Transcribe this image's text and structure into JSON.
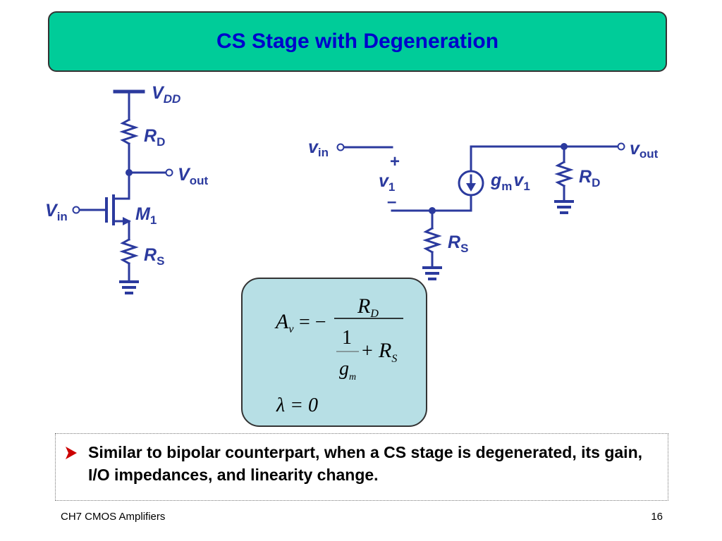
{
  "slide": {
    "title": "CS Stage with Degeneration",
    "bullet": "Similar to bipolar counterpart, when a CS stage is degenerated, its gain, I/O impedances, and linearity change.",
    "footer_left": "CH7 CMOS Amplifiers",
    "page_number": "16"
  },
  "left_circuit": {
    "vdd": {
      "main": "V",
      "sub": "DD"
    },
    "rd": {
      "main": "R",
      "sub": "D"
    },
    "vout": {
      "main": "V",
      "sub": "out"
    },
    "vin": {
      "main": "V",
      "sub": "in"
    },
    "m1": {
      "main": "M",
      "sub": "1"
    },
    "rs": {
      "main": "R",
      "sub": "S"
    }
  },
  "right_circuit": {
    "vin": {
      "main": "v",
      "sub": "in"
    },
    "plus": "+",
    "v1": {
      "main": "v",
      "sub": "1"
    },
    "minus": "–",
    "gm": {
      "main": "g",
      "sub": "m",
      "tail_main": "v",
      "tail_sub": "1"
    },
    "rd": {
      "main": "R",
      "sub": "D"
    },
    "vout": {
      "main": "v",
      "sub": "out"
    },
    "rs": {
      "main": "R",
      "sub": "S"
    }
  },
  "equation": {
    "lhs_main": "A",
    "lhs_sub": "v",
    "equals_minus": "= −",
    "num_main": "R",
    "num_sub": "D",
    "den_one": "1",
    "den_g": "g",
    "den_g_sub": "m",
    "den_plus": "+",
    "den_r": "R",
    "den_r_sub": "S",
    "lambda_eq": "λ = 0"
  },
  "colors": {
    "title_bg": "#00cc99",
    "title_text": "#0000cc",
    "wire": "#2b3a9e",
    "equation_bg": "#b7dfe5",
    "bullet_arrow": "#cc0000"
  }
}
